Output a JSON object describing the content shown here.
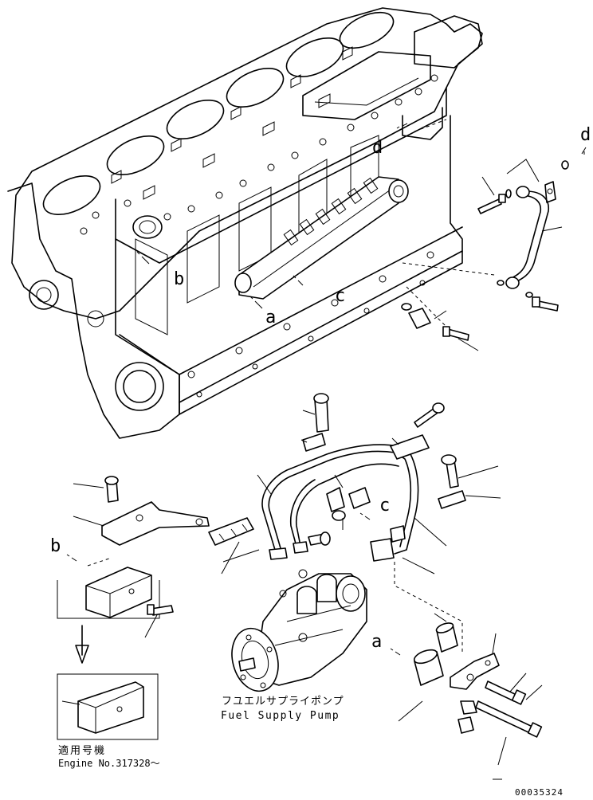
{
  "labels": {
    "callout_a_top": "a",
    "callout_b_top": "b",
    "callout_c_top": "c",
    "callout_d_top": "d",
    "callout_d_right": "d",
    "callout_a_bottom": "a",
    "callout_b_bottom": "b",
    "callout_c_bottom": "c"
  },
  "pump_label": {
    "jp": "フユエルサプライポンプ",
    "en": "Fuel Supply Pump"
  },
  "applicability": {
    "jp": "適用号機",
    "en": "Engine No.317328～"
  },
  "figure_id": "00035324"
}
